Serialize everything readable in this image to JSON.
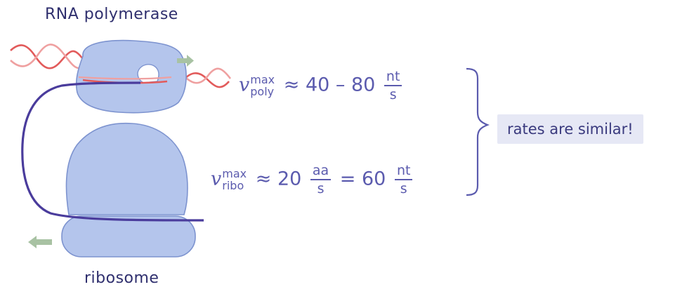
{
  "labels": {
    "polymerase": "RNA polymerase",
    "ribosome": "ribosome"
  },
  "equations": {
    "poly": {
      "symbol": "v",
      "superscript": "max",
      "subscript": "poly",
      "approx": "≈",
      "range": "40 – 80",
      "unit_num": "nt",
      "unit_den": "s"
    },
    "ribo": {
      "symbol": "v",
      "superscript": "max",
      "subscript": "ribo",
      "approx": "≈",
      "value": "20",
      "unit1_num": "aa",
      "unit1_den": "s",
      "equals": "=",
      "value2": "60",
      "unit2_num": "nt",
      "unit2_den": "s"
    }
  },
  "callout": {
    "text": "rates are similar!"
  },
  "colors": {
    "protein_fill": "#b4c5ec",
    "protein_stroke": "#7d93cf",
    "dna_red": "#e25b5b",
    "dna_pink": "#efa0a0",
    "mrna": "#4a3c9c",
    "arrow": "#a8c2a3",
    "math": "#5b5bae",
    "callout_bg": "#e6e8f5"
  }
}
